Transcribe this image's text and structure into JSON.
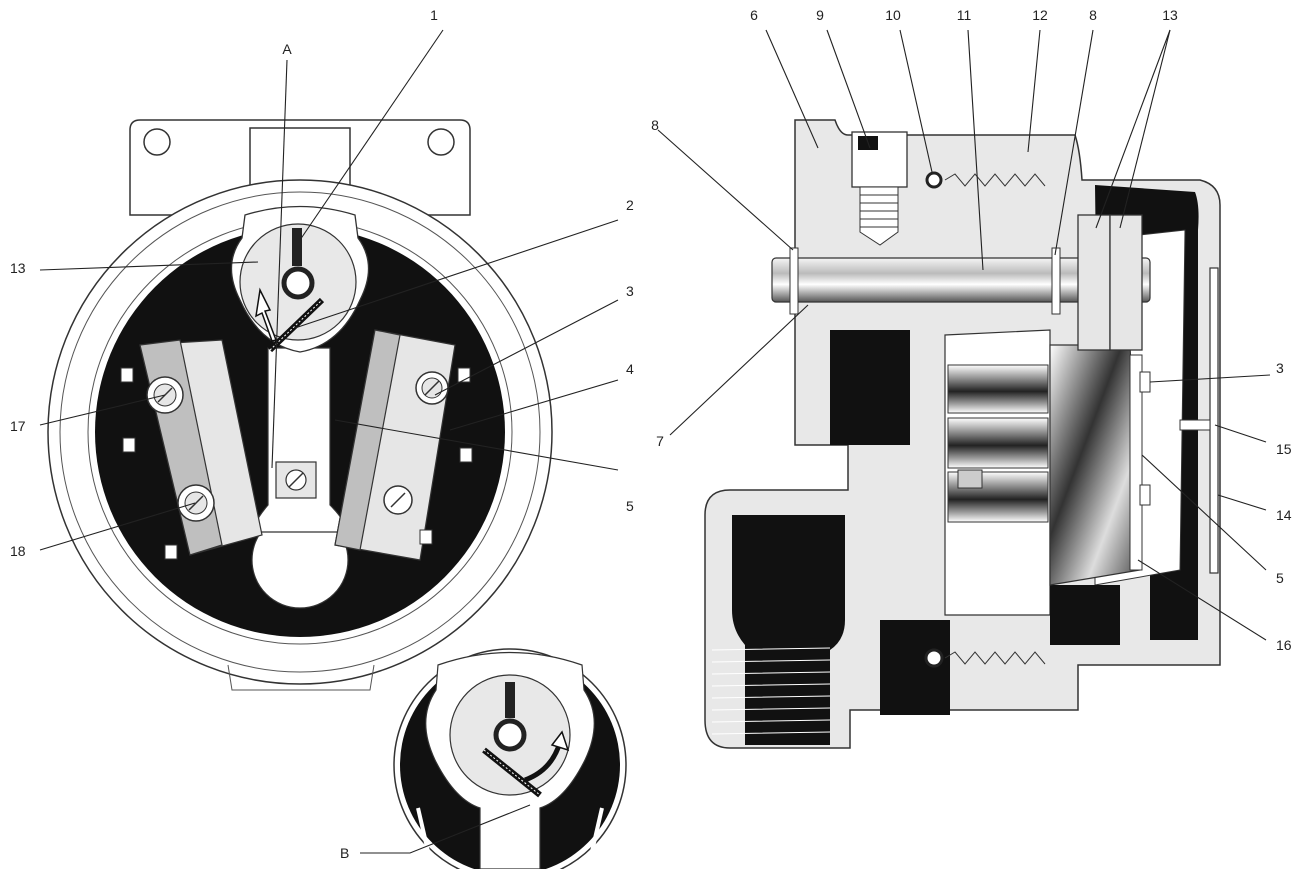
{
  "callouts": {
    "left": {
      "A": "A",
      "c1": "1",
      "c2": "2",
      "c3": "3",
      "c4": "4",
      "c5": "5",
      "c13": "13",
      "c17": "17",
      "c18": "18",
      "B": "B"
    },
    "right": {
      "c6": "6",
      "c9": "9",
      "c10": "10",
      "c11": "11",
      "c12": "12",
      "c8a": "8",
      "c13": "13",
      "c8b": "8",
      "c7": "7",
      "c3": "3",
      "c15": "15",
      "c14": "14",
      "c5": "5",
      "c16": "16"
    }
  }
}
